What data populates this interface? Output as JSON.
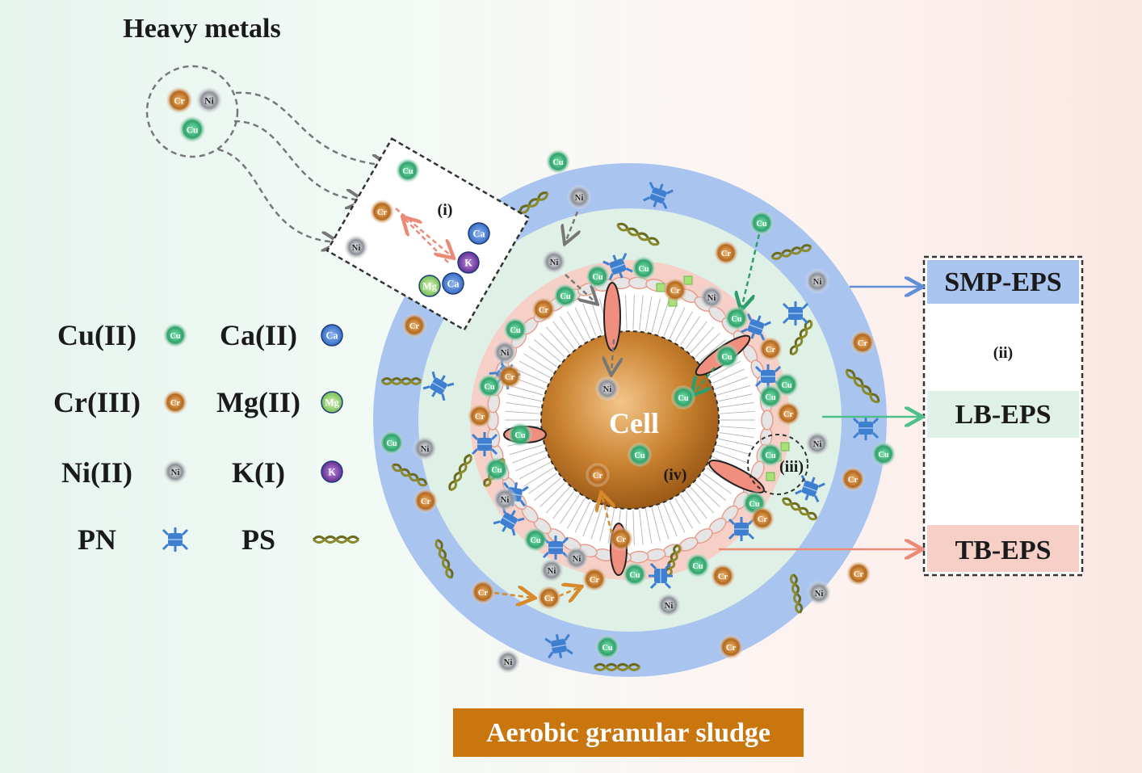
{
  "title": "Heavy metals",
  "footer": "Aerobic granular sludge",
  "cell_label": "Cell",
  "markers": {
    "i": "(i)",
    "ii": "(ii)",
    "iii": "(iii)",
    "iv": "(iv)"
  },
  "eps_layers": {
    "smp": {
      "label": "SMP-EPS",
      "color": "#a9c4ee"
    },
    "lb": {
      "label": "LB-EPS",
      "color": "#dff0e7"
    },
    "tb": {
      "label": "TB-EPS",
      "color": "#f6cfc7"
    }
  },
  "legend": [
    {
      "text": "Cu(II)",
      "symbol": "Cu"
    },
    {
      "text": "Ca(II)",
      "symbol": "Ca"
    },
    {
      "text": "Cr(III)",
      "symbol": "Cr"
    },
    {
      "text": "Mg(II)",
      "symbol": "Mg"
    },
    {
      "text": "Ni(II)",
      "symbol": "Ni"
    },
    {
      "text": "K(I)",
      "symbol": "K"
    },
    {
      "text": "PN",
      "symbol": "PN"
    },
    {
      "text": "PS",
      "symbol": "PS"
    }
  ],
  "ion_colors": {
    "Cu": "#2fa26a",
    "Cr": "#b4681a",
    "Ni": "#8b8f96",
    "Ca": "#3d73c8",
    "Mg": "#7cc35a",
    "K": "#6a3497"
  },
  "colors": {
    "cell": "#c9812f",
    "membrane": "#f0a898",
    "footer_bg": "#c9760f",
    "arrow_gray": "#777777"
  }
}
